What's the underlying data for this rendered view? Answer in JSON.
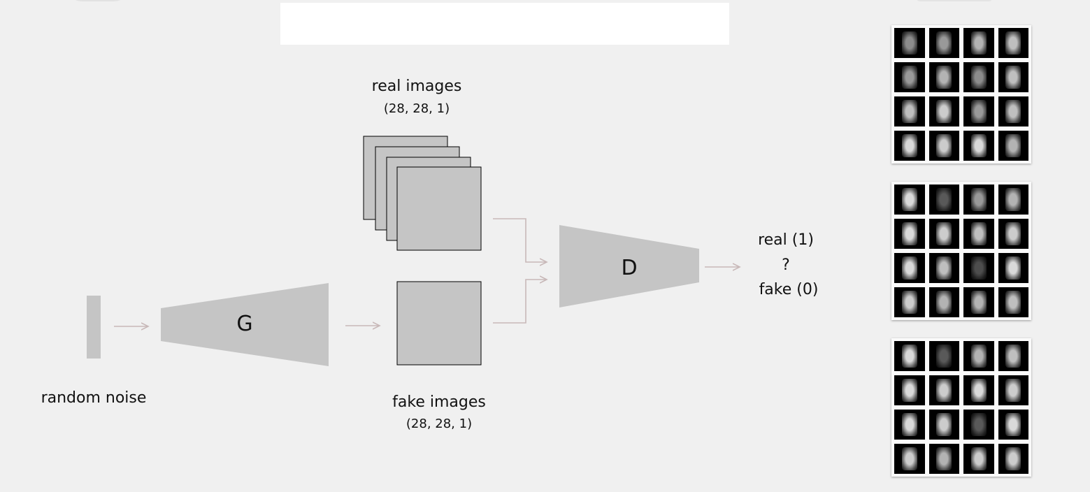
{
  "labels": {
    "real_images": "real images",
    "real_shape": "(28, 28, 1)",
    "fake_images": "fake images",
    "fake_shape": "(28, 28, 1)",
    "random_noise": "random noise",
    "generator": "G",
    "discriminator": "D",
    "output_real": "real (1)",
    "output_question": "?",
    "output_fake": "fake (0)"
  },
  "colors": {
    "shape_fill": "#c5c5c5",
    "arrow": "#c8b8b8",
    "background": "#f0f0f0"
  },
  "sample_panels": [
    {
      "name": "early-samples",
      "brightness": [
        0.55,
        0.6,
        0.7,
        0.75,
        0.6,
        0.7,
        0.55,
        0.75,
        0.75,
        0.8,
        0.6,
        0.75,
        0.85,
        0.8,
        0.85,
        0.7
      ]
    },
    {
      "name": "mid-samples",
      "brightness": [
        0.85,
        0.35,
        0.6,
        0.7,
        0.85,
        0.8,
        0.75,
        0.8,
        0.85,
        0.75,
        0.3,
        0.85,
        0.8,
        0.7,
        0.7,
        0.75
      ]
    },
    {
      "name": "late-samples",
      "brightness": [
        0.85,
        0.35,
        0.7,
        0.75,
        0.85,
        0.8,
        0.85,
        0.8,
        0.85,
        0.8,
        0.35,
        0.85,
        0.8,
        0.7,
        0.8,
        0.8
      ]
    }
  ]
}
